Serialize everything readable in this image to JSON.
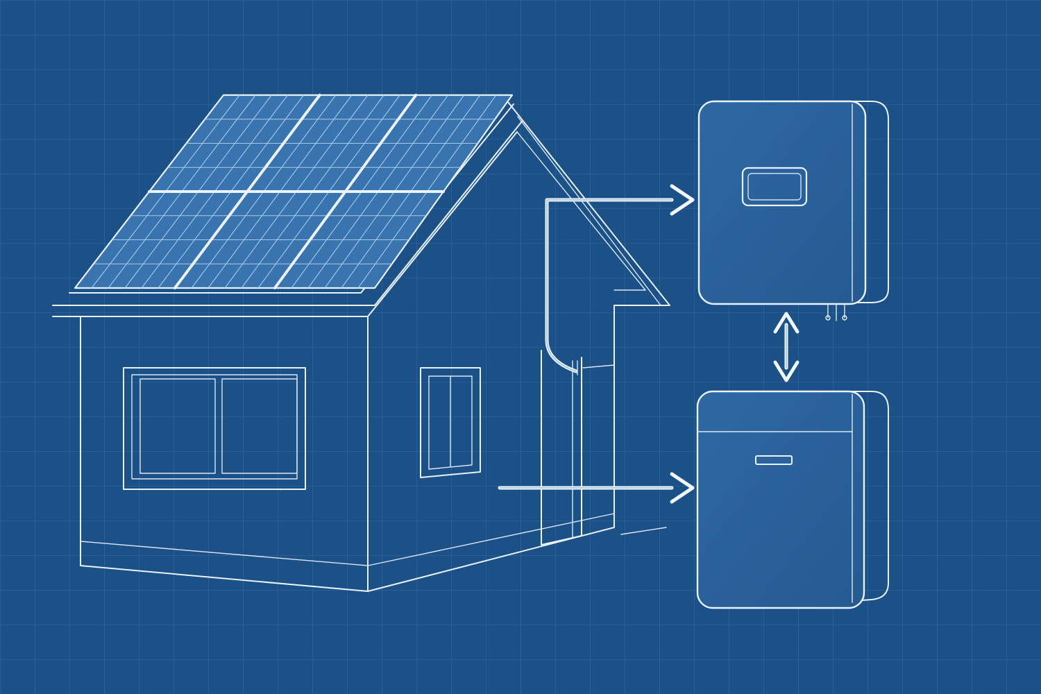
{
  "colors": {
    "background": "#1c5188",
    "grid": "#2f669c",
    "line": "#eaf2fb",
    "panel": "#3e79b4",
    "device_fill": "#2a5f96"
  },
  "components": [
    {
      "id": "house",
      "icon": "house-icon"
    },
    {
      "id": "solar-array",
      "icon": "solar-panel-icon",
      "panels": 6
    },
    {
      "id": "inverter",
      "icon": "inverter-icon"
    },
    {
      "id": "battery",
      "icon": "battery-icon"
    }
  ],
  "connections": [
    {
      "from": "solar-array",
      "to": "inverter",
      "direction": "one-way"
    },
    {
      "from": "house",
      "to": "battery",
      "direction": "one-way"
    },
    {
      "from": "inverter",
      "to": "battery",
      "direction": "two-way"
    }
  ]
}
